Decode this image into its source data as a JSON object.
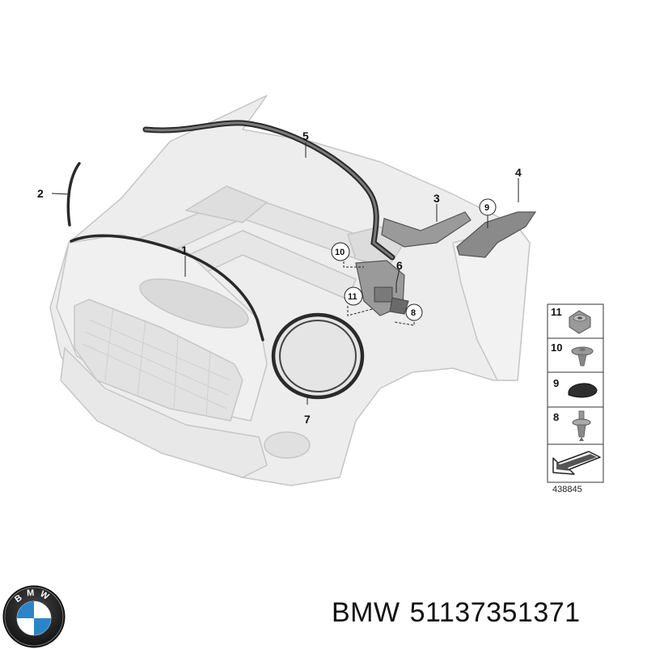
{
  "callouts": {
    "c1": "1",
    "c2": "2",
    "c3": "3",
    "c4": "4",
    "c5": "5",
    "c6": "6",
    "c7": "7",
    "c8": "8",
    "c9": "9",
    "c10": "10",
    "c11": "11"
  },
  "legend": {
    "items": [
      {
        "num": "11",
        "icon": "nut-clip-icon"
      },
      {
        "num": "10",
        "icon": "expanding-rivet-icon"
      },
      {
        "num": "9",
        "icon": "plug-cap-icon"
      },
      {
        "num": "8",
        "icon": "push-clip-icon"
      }
    ],
    "code": "438845"
  },
  "caption": {
    "brand": "BMW",
    "part_number": "51137351371"
  },
  "logo": {
    "letters": "BMW",
    "colors": {
      "ring": "#1a1a1a",
      "blue": "#2b86c9",
      "white": "#ffffff"
    }
  },
  "colors": {
    "body_fill": "#ececec",
    "body_stroke": "#c9c9c9",
    "seal": "#2a2a2a",
    "part_gray": "#8a8a8a"
  }
}
